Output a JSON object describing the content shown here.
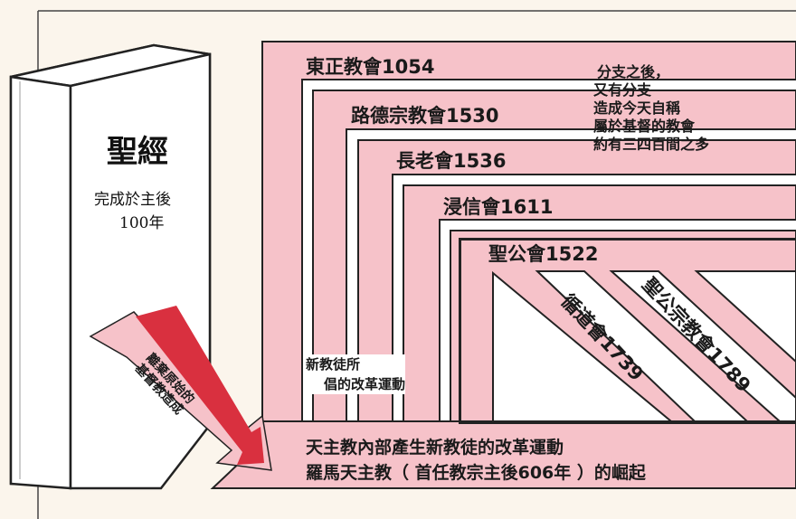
{
  "book": {
    "title": "聖經",
    "subtitle": "完成於主後",
    "year": "100年"
  },
  "branches": [
    {
      "label": "東正教會1054"
    },
    {
      "label": "路德宗教會1530"
    },
    {
      "label": "長老會1536"
    },
    {
      "label": "浸信會1611"
    },
    {
      "label": "聖公會1522"
    }
  ],
  "sub_branches": [
    {
      "label": "循道會1739"
    },
    {
      "label": "聖公宗教會1789"
    }
  ],
  "note": {
    "lines": [
      "分支之後，",
      "又有分支",
      "造成今天自稱",
      "屬於基督的教會",
      "約有三四百間之多"
    ]
  },
  "reform_label": {
    "lines": [
      "新教徒所",
      "倡的改革運動"
    ]
  },
  "bottom": {
    "line1": "天主教內部產生新教徒的改革運動",
    "line2": "羅馬天主教（ 首任教宗主後606年 ）的崛起"
  },
  "arrow": {
    "lines": [
      "離棄原始的",
      "基督教造成"
    ]
  },
  "colors": {
    "pink": "#f6c2c9",
    "arrow_red": "#d9303f",
    "outline": "#222222"
  }
}
